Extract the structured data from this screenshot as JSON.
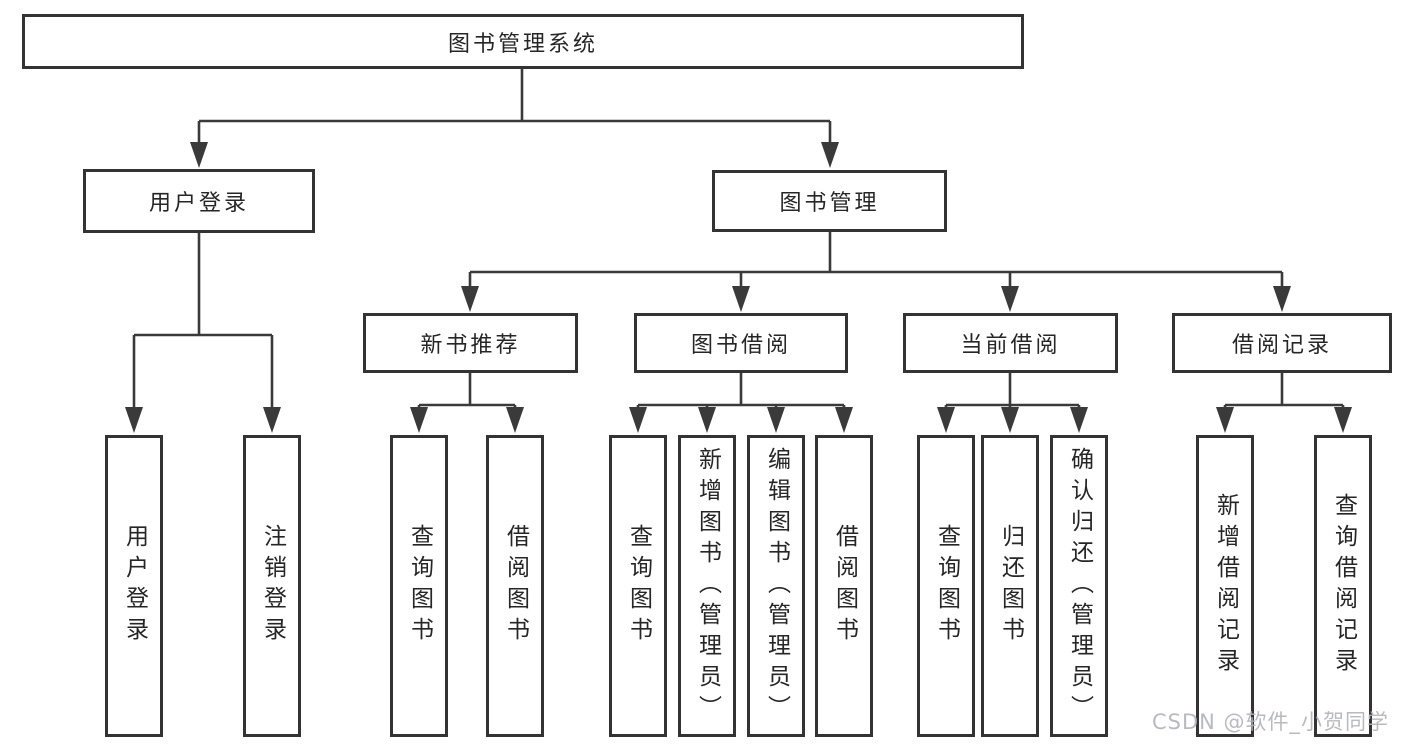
{
  "colors": {
    "line": "#3a3a3a",
    "box_border": "#333333",
    "box_fill": "#ffffff",
    "text": "#262626",
    "watermark": "#b2b5ba",
    "background": "#ffffff"
  },
  "nodes": {
    "root": {
      "label": "图书管理系统"
    },
    "login": {
      "label": "用户登录",
      "children": [
        {
          "label": "用户登录"
        },
        {
          "label": "注销登录"
        }
      ]
    },
    "mgmt": {
      "label": "图书管理",
      "sections": [
        {
          "label": "新书推荐",
          "children": [
            {
              "label": "查询图书"
            },
            {
              "label": "借阅图书"
            }
          ]
        },
        {
          "label": "图书借阅",
          "children": [
            {
              "label": "查询图书"
            },
            {
              "label": "新增图书（管理员）"
            },
            {
              "label": "编辑图书（管理员）"
            },
            {
              "label": "借阅图书"
            }
          ]
        },
        {
          "label": "当前借阅",
          "children": [
            {
              "label": "查询图书"
            },
            {
              "label": "归还图书"
            },
            {
              "label": "确认归还（管理员）"
            }
          ]
        },
        {
          "label": "借阅记录",
          "children": [
            {
              "label": "新增借阅记录"
            },
            {
              "label": "查询借阅记录"
            }
          ]
        }
      ]
    }
  },
  "watermark": {
    "text": "CSDN @软件_小贺同学"
  }
}
